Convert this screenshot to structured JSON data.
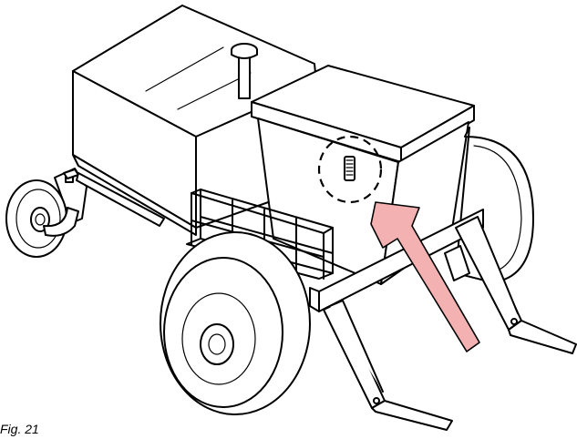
{
  "figure": {
    "caption": "Fig. 21",
    "subject": "machine-cart-illustration",
    "arrow_color": "#f4b1b1",
    "arrow_stroke": "#c0392b",
    "callout_style": "dashed-circle"
  }
}
